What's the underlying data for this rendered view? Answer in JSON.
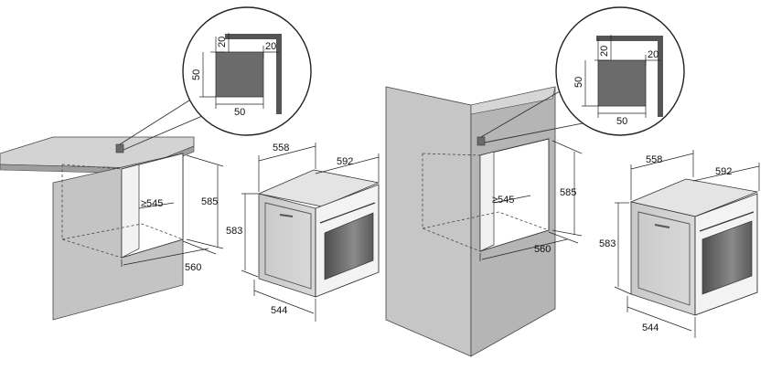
{
  "diagram": {
    "left_installation": {
      "detail": {
        "vent_top": "20",
        "vent_right": "20",
        "vent_height": "50",
        "vent_width": "50"
      },
      "cavity": {
        "depth_min": "≥545",
        "height": "585",
        "width": "560"
      },
      "oven": {
        "depth": "558",
        "width": "592",
        "height": "583",
        "front_width": "544"
      }
    },
    "right_installation": {
      "detail": {
        "vent_top": "20",
        "vent_right": "20",
        "vent_height": "50",
        "vent_width": "50"
      },
      "cavity": {
        "depth_min": "≥545",
        "height": "585",
        "width": "560"
      },
      "oven": {
        "depth": "558",
        "width": "592",
        "height": "583",
        "front_width": "544"
      }
    }
  },
  "colors": {
    "panel_gray": "#c6c6c6",
    "panel_dark": "#a9a9a9",
    "vent_gray": "#6b6b6b",
    "glass_dark": "#555555",
    "line": "#333333"
  }
}
